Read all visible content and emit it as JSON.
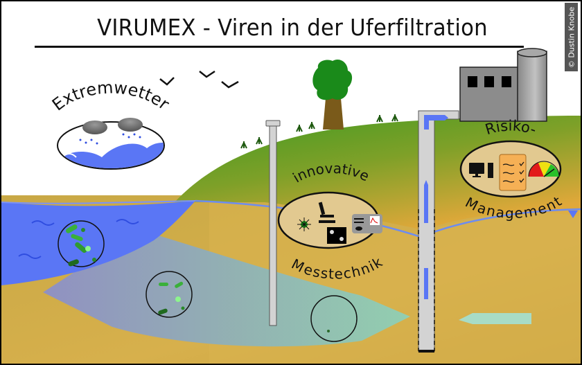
{
  "title": "VIRUMEX - Viren in der Uferfiltration",
  "credit": "© Dustin Knobe",
  "badges": {
    "extreme_weather": {
      "label": "Extremwetter",
      "icons": [
        "cloud-icon",
        "rain-icon",
        "wave-icon"
      ]
    },
    "measurement": {
      "label_top": "innovative",
      "label_bottom": "Messtechnik",
      "icons": [
        "fluorescence-icon",
        "microscope-icon",
        "particle-image-icon",
        "analyzer-device-icon"
      ]
    },
    "risk": {
      "label_top": "Risiko-",
      "label_bottom": "Management",
      "icons": [
        "computer-icon",
        "checklist-icon",
        "gauge-icon"
      ]
    }
  },
  "scene": {
    "elements": [
      "river",
      "birds",
      "tree",
      "hill",
      "observation-well",
      "extraction-well",
      "waterworks-building",
      "silo",
      "groundwater-table",
      "infiltration-plume",
      "microbe-sample-circles",
      "flow-arrow"
    ]
  },
  "colors": {
    "river": "#5a76f5",
    "hill_green": "#4aa025",
    "soil": "#d4ac48",
    "plume": "#8fcfb5",
    "well": "#d3d3d3",
    "building": "#8c8c8c",
    "water_line": "#6d8cf0"
  }
}
